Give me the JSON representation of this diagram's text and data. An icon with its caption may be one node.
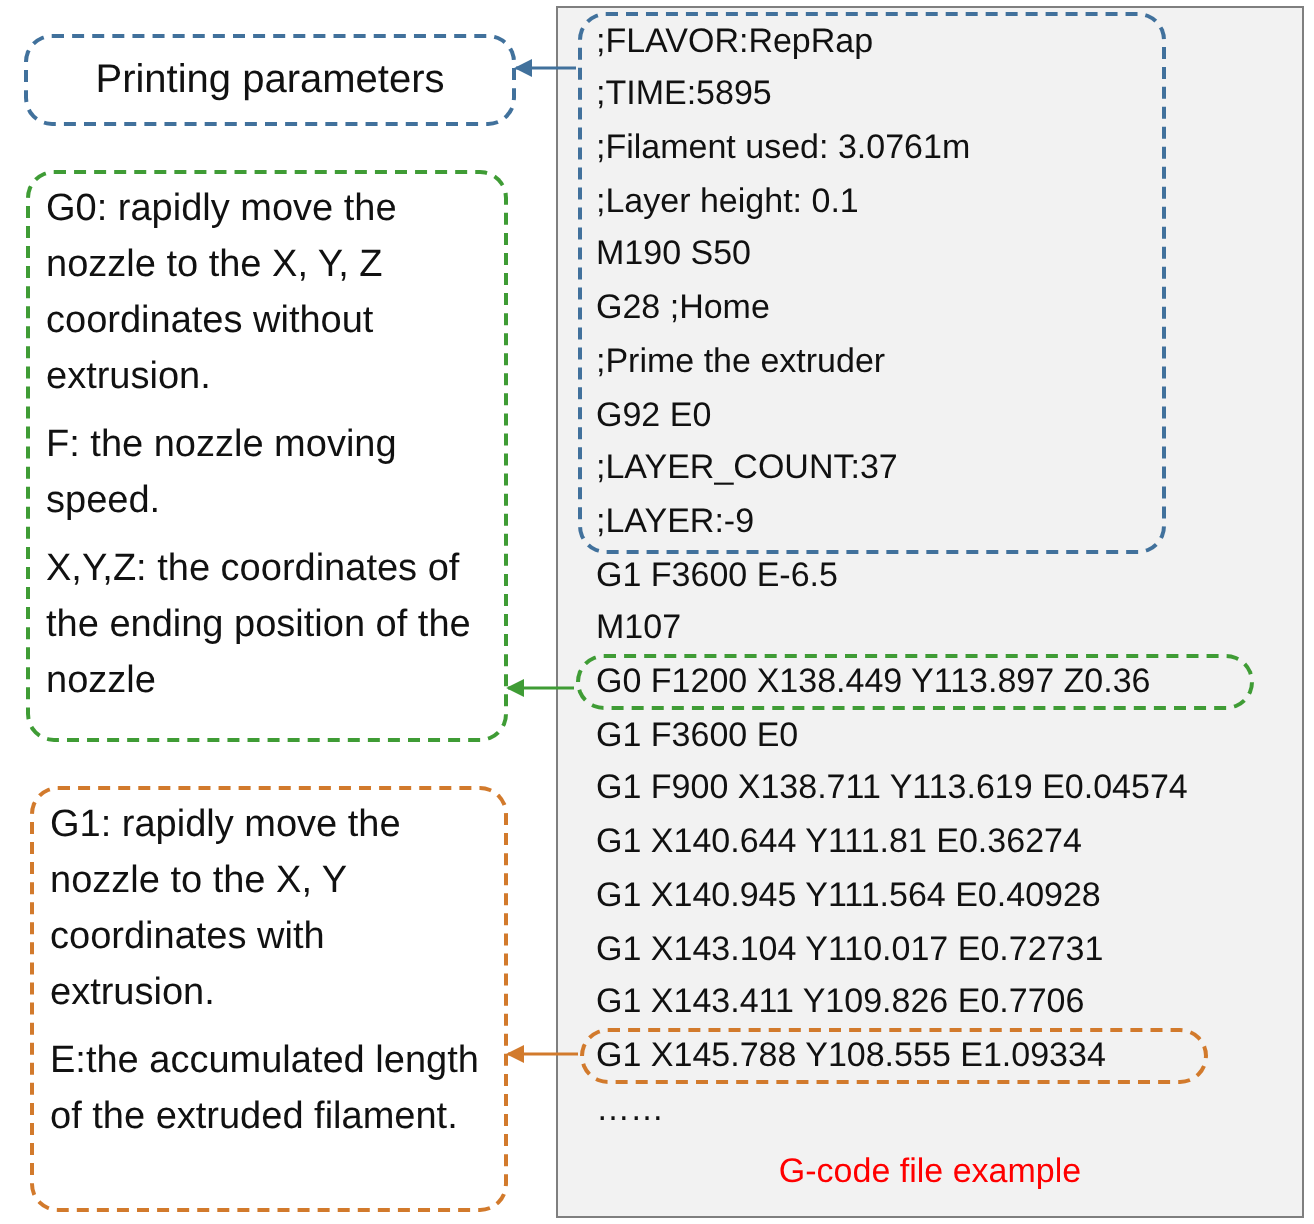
{
  "diagram": {
    "nodes": [
      {
        "text": [
          "Printing parameters"
        ]
      },
      {
        "text": [
          "G0: rapidly move the nozzle to the X, Y, Z coordinates without extrusion.",
          "F: the nozzle moving speed.",
          "X,Y,Z: the coordinates of the ending position of the nozzle"
        ]
      },
      {
        "text": [
          "G1: rapidly move the nozzle to the X, Y coordinates with extrusion.",
          "E:the accumulated length of the extruded filament."
        ]
      },
      {
        "text": [
          "G1 F3600 E-6.5",
          "M107",
          "G1 F3600 E0",
          "G1 F900 X138.711 Y113.619 E0.04574",
          "G1 X140.644 Y111.81 E0.36274",
          "G1 X140.945 Y111.564 E0.40928",
          "G1 X143.104 Y110.017 E0.72731",
          "G1 X143.411 Y109.826 E0.7706",
          "……",
          "G-code file example"
        ]
      },
      {
        "text": [
          ";FLAVOR:RepRap",
          ";TIME:5895",
          ";Filament used: 3.0761m",
          ";Layer height: 0.1",
          "M190 S50",
          "G28 ;Home",
          ";Prime the extruder",
          "G92 E0",
          ";LAYER_COUNT:37",
          ";LAYER:-9"
        ],
        "in": 3
      },
      {
        "text": [
          "G0 F1200 X138.449 Y113.897 Z0.36"
        ],
        "in": 3
      },
      {
        "text": [
          "G1 X145.788 Y108.555 E1.09334"
        ],
        "in": 3
      }
    ],
    "edges": [
      {
        "from": 4,
        "to": 0,
        "arrow": "to",
        "color": "#41719c"
      },
      {
        "from": 5,
        "to": 1,
        "arrow": "to",
        "color": "#3f9c35"
      },
      {
        "from": 6,
        "to": 2,
        "arrow": "to",
        "color": "#d27a2c"
      }
    ]
  }
}
